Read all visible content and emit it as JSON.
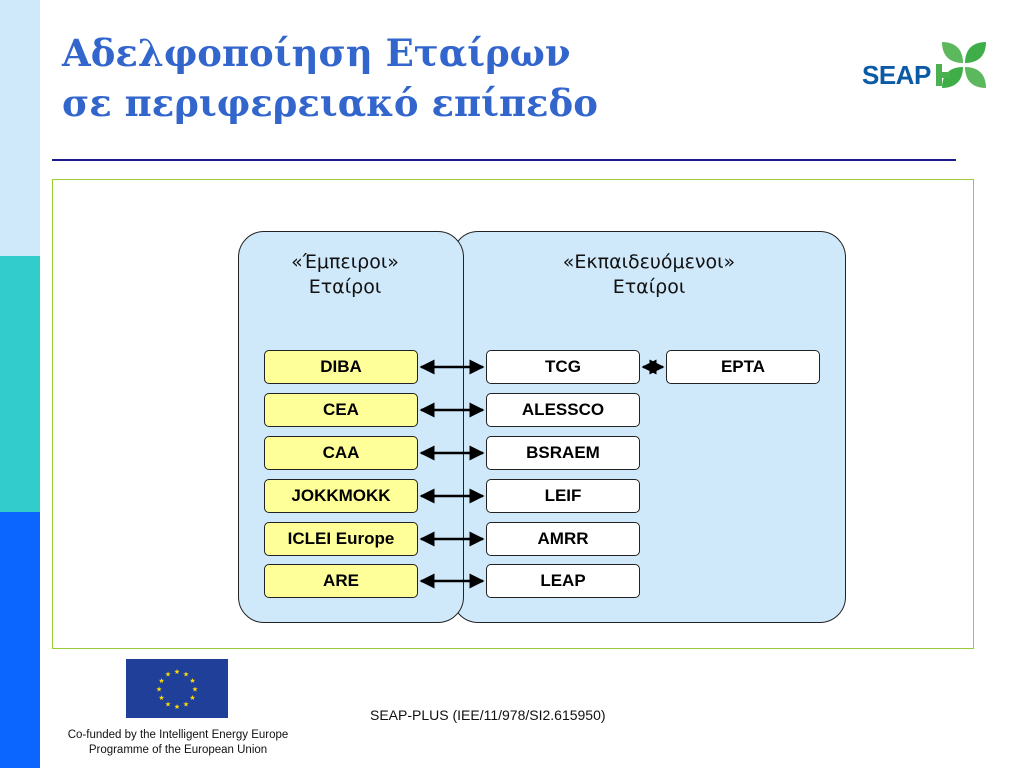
{
  "slide": {
    "title_line1": "Αδελφοποίηση Εταίρων",
    "title_line2": "σε περιφερειακό επίπεδο"
  },
  "logo": {
    "text": "SEAP",
    "colors": {
      "text": "#0b5aa6",
      "leaf": "#5cb85c",
      "plus": "#4caf50"
    }
  },
  "diagram": {
    "experienced_label_line1": "«Έμπειροι»",
    "experienced_label_line2": "Εταίροι",
    "trainee_label_line1": "«Εκπαιδευόμενοι»",
    "trainee_label_line2": "Εταίροι",
    "pairs": [
      {
        "experienced": "DIBA",
        "trainee": "TCG"
      },
      {
        "experienced": "CEA",
        "trainee": "ALESSCO"
      },
      {
        "experienced": "CAA",
        "trainee": "BSRAEM"
      },
      {
        "experienced": "JOKKMOKK",
        "trainee": "LEIF"
      },
      {
        "experienced": "ICLEI Europe",
        "trainee": "AMRR"
      },
      {
        "experienced": "ARE",
        "trainee": "LEAP"
      }
    ],
    "extra_trainee": "EPTA",
    "colors": {
      "panel": "#cfe9fb",
      "experienced_box": "#ffff99",
      "trainee_box": "#ffffff"
    }
  },
  "footer": {
    "cofunded_line1": "Co-funded by the Intelligent Energy Europe",
    "cofunded_line2": "Programme of the European Union",
    "project_code": "SEAP-PLUS (IEE/11/978/SI2.615950)"
  }
}
